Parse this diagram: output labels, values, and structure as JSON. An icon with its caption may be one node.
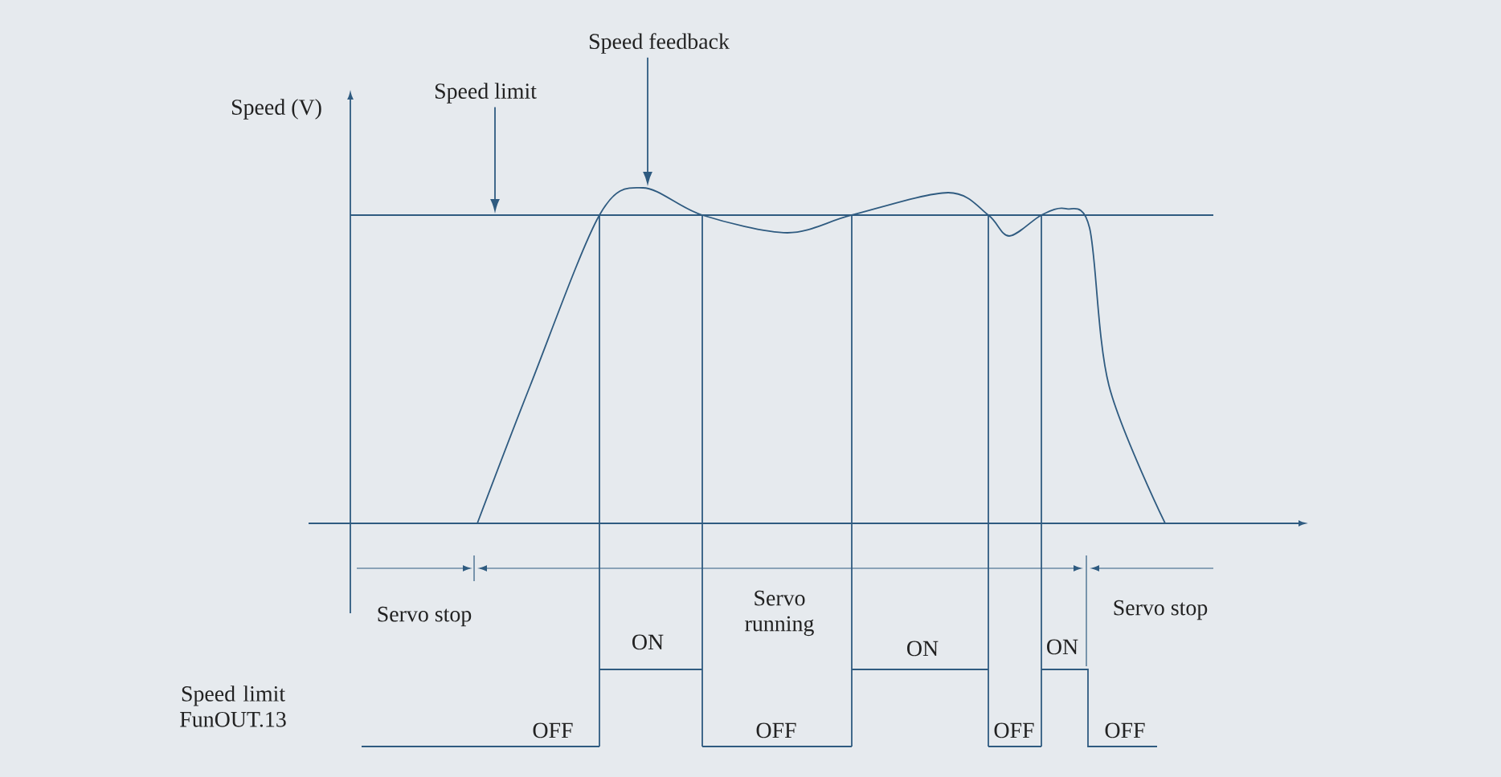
{
  "diagram": {
    "nodes": [
      {
        "text": [
          "Speed feedback"
        ]
      },
      {
        "text": [
          "Speed limit"
        ]
      }
    ],
    "edges": [
      {
        "from": 0,
        "to": null,
        "arrow": "to"
      },
      {
        "from": 1,
        "to": null,
        "arrow": "to"
      }
    ],
    "labels": [
      "Speed (V)",
      "Servo stop",
      "Servo running",
      "Servo stop",
      "ON",
      "ON",
      "ON",
      "Speed limit FunOUT.13",
      "OFF",
      "OFF",
      "OFF",
      "OFF"
    ]
  }
}
